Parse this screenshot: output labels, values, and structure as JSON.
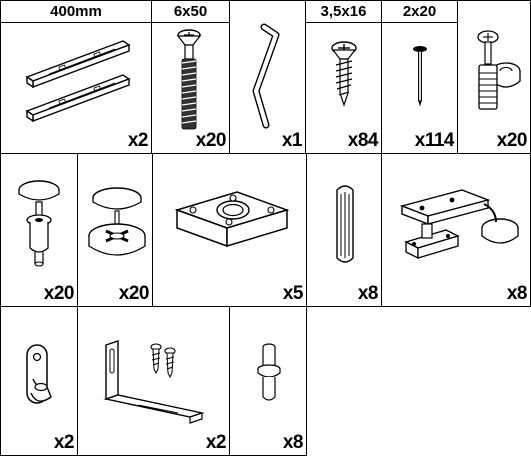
{
  "parts": {
    "drawer_slides": {
      "size": "400mm",
      "qty": "x2",
      "icon": "drawer-slide-pair"
    },
    "confirmat_screw": {
      "size": "6x50",
      "qty": "x20",
      "icon": "confirmat-screw"
    },
    "hex_key": {
      "qty": "x1",
      "icon": "hex-key"
    },
    "wood_screw": {
      "size": "3,5x16",
      "qty": "x84",
      "icon": "wood-screw"
    },
    "nail": {
      "size": "2x20",
      "qty": "x114",
      "icon": "nail"
    },
    "cam_bolt_set": {
      "qty": "x20",
      "icon": "cam-bolt-set"
    },
    "cam_dowel": {
      "qty": "x20",
      "icon": "cam-dowel"
    },
    "cam_lock": {
      "qty": "x20",
      "icon": "cam-lock"
    },
    "block_connector": {
      "qty": "x5",
      "icon": "block-connector"
    },
    "wooden_dowel": {
      "qty": "x8",
      "icon": "wooden-dowel"
    },
    "hinge": {
      "qty": "x8",
      "icon": "cabinet-hinge"
    },
    "rail_bracket": {
      "qty": "x2",
      "icon": "rail-bracket"
    },
    "angle_bracket": {
      "qty": "x2",
      "icon": "angle-bracket-with-screws"
    },
    "shelf_pin": {
      "qty": "x8",
      "icon": "shelf-pin"
    }
  }
}
